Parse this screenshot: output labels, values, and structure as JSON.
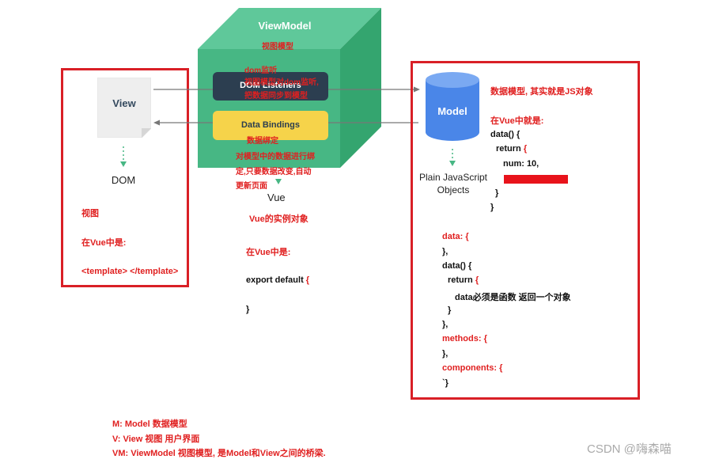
{
  "colors": {
    "red": "#e02020",
    "green": "#47b784",
    "navy": "#2c3e50",
    "yellow": "#f6d34a",
    "blue": "#4a86e8"
  },
  "viewmodel": {
    "title": "ViewModel",
    "subtitle": "视图模型",
    "dom_listeners_label": "DOM Listeners",
    "dom_listen_note_1": "dom监听",
    "dom_listen_note_2": "视图模型对dom监听,",
    "dom_listen_note_3": "把数据同步到模型",
    "data_bindings_label": "Data Bindings",
    "binding_note_1": "数据绑定",
    "binding_note_2": "对模型中的数据进行绑",
    "binding_note_3": "定,只要数据改变,自动",
    "binding_note_4": "更新页面"
  },
  "view": {
    "label": "View",
    "dom_label": "DOM",
    "note_1": "视图",
    "note_2": "在Vue中是:",
    "note_3": "<template> </template>"
  },
  "vue": {
    "label": "Vue",
    "note_1": "Vue的实例对象",
    "note_2": "在Vue中是:",
    "export_text": "export default ",
    "open_brace": "{",
    "close_brace": "}"
  },
  "model": {
    "label": "Model",
    "plain_1": "Plain JavaScript",
    "plain_2": "Objects",
    "note_1": "数据模型, 其实就是JS对象",
    "note_2": "在Vue中就是:",
    "code_data": "data() {",
    "code_return": "return ",
    "code_return_brace": "{",
    "code_num": "num: 10,",
    "code_inner_close": "}",
    "code_outer_close": "}",
    "c_data_key": "data: ",
    "c_data_open": "{",
    "c_data_close": "},",
    "c_data_fn": "data() {",
    "c_return": "return ",
    "c_return_open": "{",
    "c_data_note": "data必须是函数 返回一个对象",
    "c_return_close": "}",
    "c_fn_close": "},",
    "c_methods": "methods: ",
    "c_methods_open": "{",
    "c_methods_close": "},",
    "c_components": "components: ",
    "c_components_open": "{",
    "c_components_close": "`}"
  },
  "legend": {
    "m": "M:  Model 数据模型",
    "v": "V:  View 视图 用户界面",
    "vm": "VM: ViewModel 视图模型, 是Model和View之间的桥梁."
  },
  "watermark": "CSDN @嗨森喵"
}
